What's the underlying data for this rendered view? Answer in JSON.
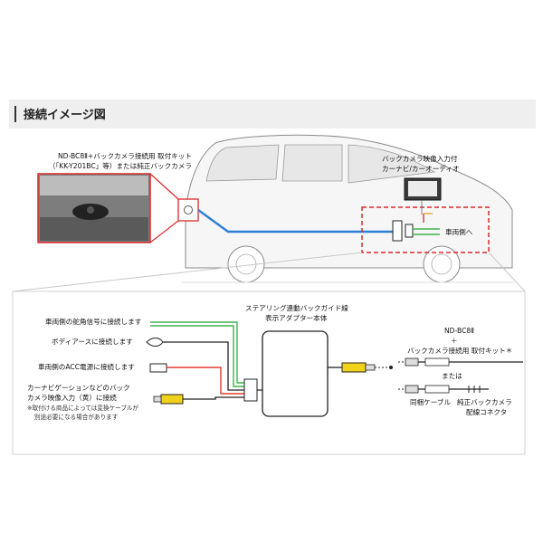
{
  "header": {
    "title": "接続イメージ図"
  },
  "top": {
    "kit_line1": "ND-BC8Ⅱ+バックカメラ接続用 取付キット",
    "kit_line2": "（「KK-Y201BC」等）または純正バックカメラ",
    "navi_line1": "バックカメラ映像入力付",
    "navi_line2": "カーナビ/カーオーディオ",
    "to_vehicle": "車両側へ"
  },
  "diagram": {
    "adapter_line1": "ステアリング連動バックガイド線",
    "adapter_line2": "表示アダプター本体",
    "conn_steering": "車両側の舵角信号に接続します",
    "conn_ground": "ボディアースに接続します",
    "conn_acc": "車両側のACC電源に接続します",
    "conn_video_line1": "カーナビゲーションなどのバック",
    "conn_video_line2": "カメラ映像入力（黄）に接続",
    "note_line1": "※取付ける商品によっては変換ケーブルが",
    "note_line2": "別途必要になる場合があります",
    "right_kit_line1": "ND-BC8Ⅱ",
    "right_kit_plus": "＋",
    "right_kit_line2": "バックカメラ接続用 取付キット＊",
    "or": "または",
    "bundled_cable": "同梱ケーブル",
    "genuine_line1": "純正バックカメラ",
    "genuine_line2": "配線コネクタ"
  },
  "colors": {
    "blue_wire": "#2b7fd4",
    "green_wire": "#3fb34f",
    "red_wire": "#e23b2e",
    "yellow_plug": "#f1d21b",
    "highlight_red": "#d92b2b"
  }
}
